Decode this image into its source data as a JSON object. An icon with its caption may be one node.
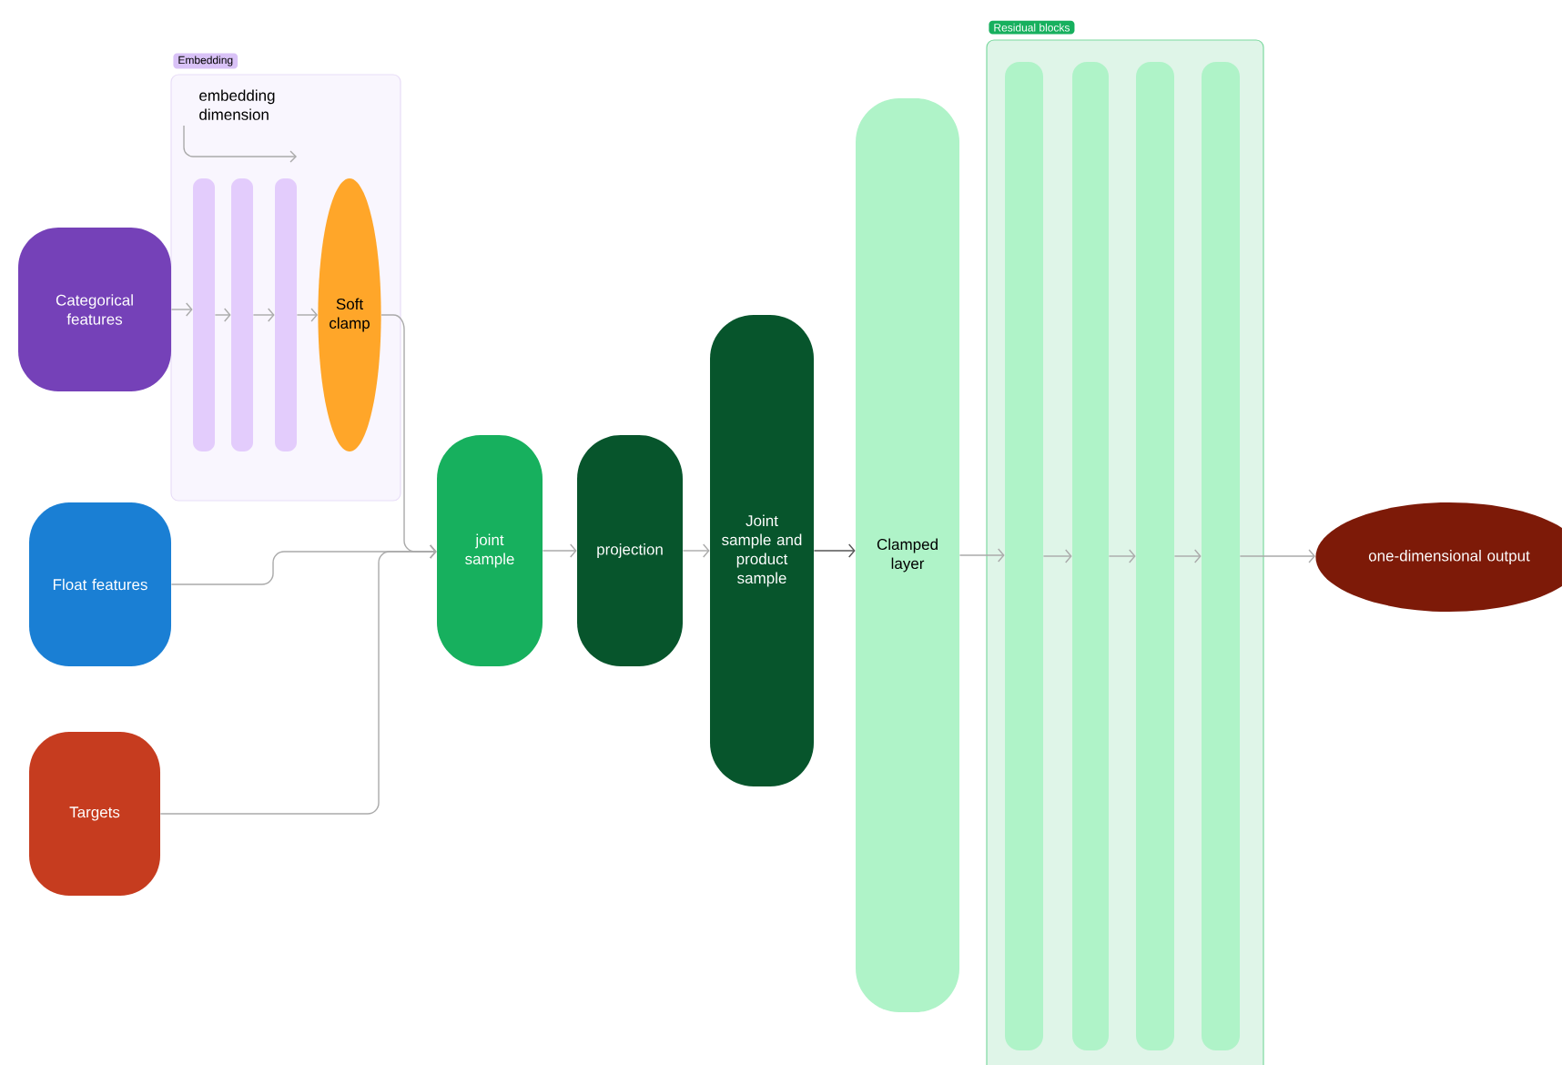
{
  "diagram": {
    "nodes": [
      {
        "text": [
          "Embedding"
        ]
      },
      {
        "text": [
          "Categorical features"
        ]
      },
      {
        "text": [
          "Float features"
        ]
      },
      {
        "text": [
          "Targets"
        ]
      },
      {
        "text": [],
        "shape": "bar",
        "in": 0
      },
      {
        "text": [],
        "shape": "bar",
        "in": 0
      },
      {
        "text": [],
        "shape": "bar",
        "in": 0
      },
      {
        "text": [
          "Soft clamp"
        ],
        "in": 0
      },
      {
        "text": [
          "joint sample"
        ]
      },
      {
        "text": [
          "projection"
        ]
      },
      {
        "text": [
          "Joint sample and product sample"
        ]
      },
      {
        "text": [
          "Clamped layer"
        ]
      },
      {
        "text": [
          "Residual blocks"
        ]
      },
      {
        "text": [],
        "shape": "bar",
        "in": 12
      },
      {
        "text": [],
        "shape": "bar",
        "in": 12
      },
      {
        "text": [],
        "shape": "bar",
        "in": 12
      },
      {
        "text": [],
        "shape": "bar",
        "in": 12
      },
      {
        "text": [
          "one-dimensional output"
        ]
      }
    ],
    "edges": [
      {
        "from": 1,
        "to": 4,
        "arrow": "to"
      },
      {
        "from": 4,
        "to": 5,
        "arrow": "to"
      },
      {
        "from": 5,
        "to": 6,
        "arrow": "to"
      },
      {
        "from": 6,
        "to": 7,
        "arrow": "to"
      },
      {
        "from": 7,
        "to": 8,
        "arrow": "to"
      },
      {
        "from": 2,
        "to": 8,
        "arrow": "to"
      },
      {
        "from": 3,
        "to": 8,
        "arrow": "to"
      },
      {
        "from": 8,
        "to": 9,
        "arrow": "to"
      },
      {
        "from": 9,
        "to": 10,
        "arrow": "to"
      },
      {
        "from": 10,
        "to": 11,
        "arrow": "to",
        "color": "#555555"
      },
      {
        "from": 11,
        "to": 13,
        "arrow": "to"
      },
      {
        "from": 13,
        "to": 14,
        "arrow": "to"
      },
      {
        "from": 14,
        "to": 15,
        "arrow": "to"
      },
      {
        "from": 15,
        "to": 16,
        "arrow": "to"
      },
      {
        "from": 16,
        "to": 17,
        "arrow": "to"
      }
    ],
    "labels": [
      "embedding dimension"
    ]
  }
}
